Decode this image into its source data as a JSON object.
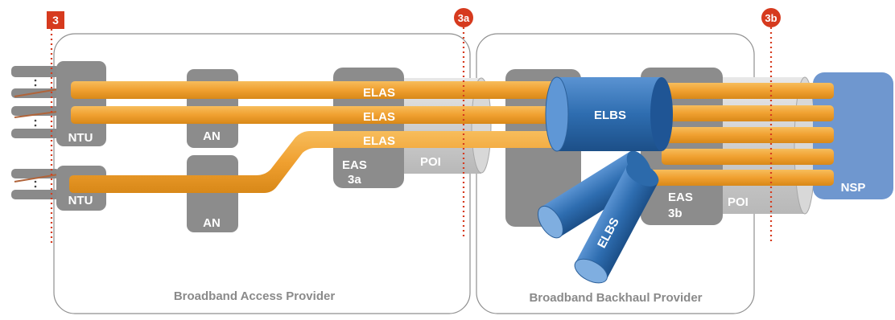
{
  "markers": {
    "m3": "3",
    "m3a": "3a",
    "m3b": "3b"
  },
  "providers": {
    "access": "Broadband Access Provider",
    "backhaul": "Broadband Backhaul Provider"
  },
  "nodes": {
    "ntu_top": "NTU",
    "ntu_bottom": "NTU",
    "an_top": "AN",
    "an_bottom": "AN",
    "eas3a_line1": "EAS",
    "eas3a_line2": "3a",
    "poi_left": "POI",
    "eas3b_line1": "EAS",
    "eas3b_line2": "3b",
    "poi_right": "POI",
    "nsp": "NSP",
    "elbs_main": "ELBS",
    "elbs_angled": "ELBS"
  },
  "elas_labels": [
    "ELAS",
    "ELAS",
    "ELAS"
  ],
  "colors": {
    "orange": "#F0A030",
    "grey_box": "#8C8C8C",
    "blue": "#2E6DB0",
    "nsp_blue": "#6F97CF",
    "marker_red": "#D63A1E"
  }
}
